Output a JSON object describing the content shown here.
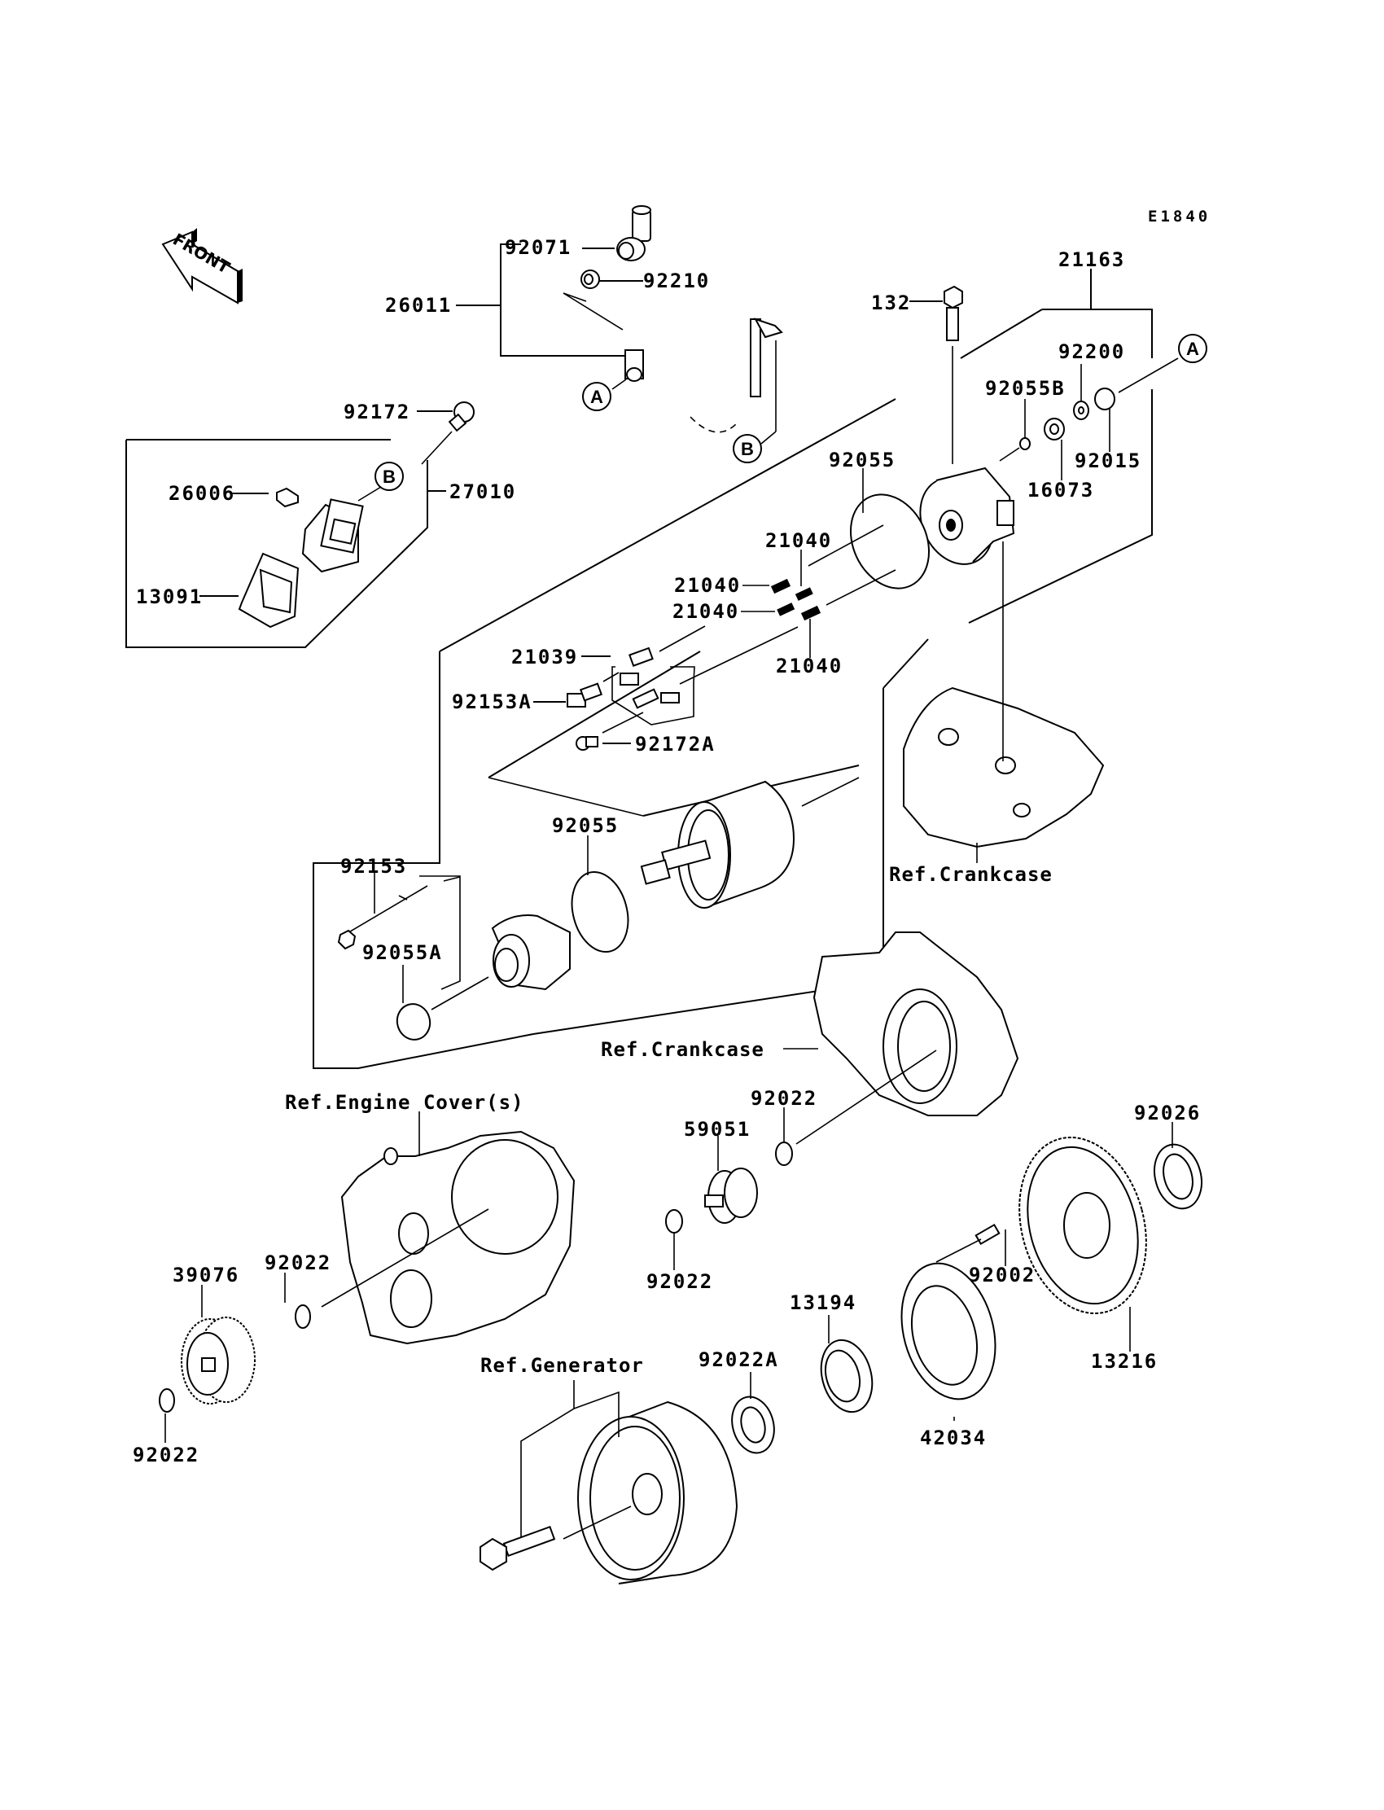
{
  "diagram": {
    "title_code": "E1840",
    "front_marker": "FRONT",
    "callouts": {
      "a": "A",
      "b": "B"
    },
    "references": {
      "crankcase_upper": "Ref.Crankcase",
      "crankcase_lower": "Ref.Crankcase",
      "engine_cover": "Ref.Engine Cover(s)",
      "generator": "Ref.Generator"
    },
    "parts": {
      "p21163": "21163",
      "p92071": "92071",
      "p92210": "92210",
      "p26011": "26011",
      "p132": "132",
      "p92200": "92200",
      "p92055B": "92055B",
      "p92015": "92015",
      "p16073": "16073",
      "p92172": "92172",
      "p26006": "26006",
      "p27010": "27010",
      "p13091": "13091",
      "p92055_top": "92055",
      "p21040_a": "21040",
      "p21040_b": "21040",
      "p21040_c": "21040",
      "p21040_d": "21040",
      "p21039": "21039",
      "p92153A": "92153A",
      "p92172A": "92172A",
      "p92055_mid": "92055",
      "p92153": "92153",
      "p92055A": "92055A",
      "p92022_a": "92022",
      "p59051": "59051",
      "p92026": "92026",
      "p39076": "39076",
      "p92022_b": "92022",
      "p92022_c": "92022",
      "p92002": "92002",
      "p13194": "13194",
      "p13216": "13216",
      "p92022A": "92022A",
      "p42034": "42034",
      "p92022_d": "92022"
    }
  }
}
